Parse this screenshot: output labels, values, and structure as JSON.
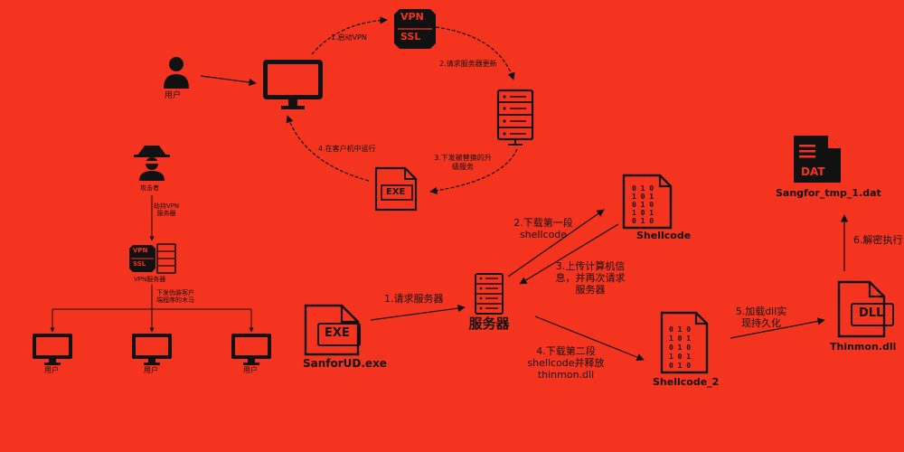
{
  "top_cycle": {
    "user_label": "用户",
    "step1": "1.启动VPN",
    "step2": "2.请求服务器更新",
    "step3_line1": "3.下发被替换的升",
    "step3_line2": "级服务",
    "step4": "4.在客户机中运行",
    "vpn_text": "VPN",
    "ssl_text": "SSL",
    "exe_text": "EXE"
  },
  "left_tree": {
    "attacker_label": "攻击者",
    "control_line1": "劫持VPN",
    "control_line2": "服务器",
    "vpn_server_label": "VPN服务器",
    "dispatch_line1": "下发伪装客户",
    "dispatch_line2": "端程序的木马",
    "clients": [
      "用户",
      "用户",
      "用户"
    ],
    "vpn_text": "VPN",
    "ssl_text": "SSL"
  },
  "flow": {
    "sanfor_label": "SanforUD.exe",
    "exe_text": "EXE",
    "step1": "1.请求服务器",
    "server_label": "服务器",
    "step2_line1": "2.下载第一段",
    "step2_line2": "shellcode",
    "shellcode_label": "Shellcode",
    "step3_line1": "3.上传计算机信",
    "step3_line2": "息，并再次请求",
    "step3_line3": "服务器",
    "step4_line1": "4.下载第二段",
    "step4_line2": "shellcode并释放",
    "step4_line3": "thinmon.dll",
    "shellcode2_label": "Shellcode_2",
    "step5_line1": "5.加载dll实",
    "step5_line2": "现持久化",
    "dll_text": "DLL",
    "thinmon_label": "Thinmon.dll",
    "step6": "6.解密执行",
    "dat_text": "DAT",
    "sangfor_tmp_label": "Sangfor_tmp_1.dat",
    "binary_rows": [
      "0 1 0",
      "1 0 1",
      "0 1 0",
      "1 0 1",
      "0 1 0"
    ]
  }
}
